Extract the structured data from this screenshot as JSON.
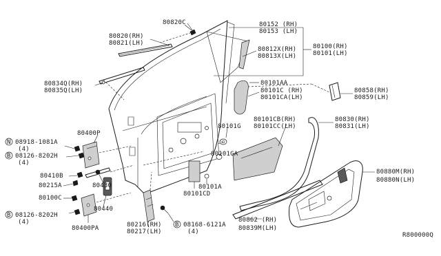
{
  "diagram": {
    "ref_code": "R800000Q",
    "callouts": {
      "c80820C": "80820C",
      "c80820RH": "80820(RH)",
      "c80821LH": "80821(LH)",
      "c80152RH": "80152 (RH)",
      "c80153LH": "80153 (LH)",
      "c80812XRH": "80812X(RH)",
      "c80813XLH": "80813X(LH)",
      "c80100RH": "80100(RH)",
      "c80101LH": "80101(LH)",
      "c80834QRH": "80834Q(RH)",
      "c80835QLH": "80835Q(LH)",
      "c80101AA": "80101AA",
      "c80101C": "80101C (RH)",
      "c80101CA": "80101CA(LH)",
      "c80858RH": "80858(RH)",
      "c80859LH": "80859(LH)",
      "c80101CB": "80101CB(RH)",
      "c80101CC": "80101CC(LH)",
      "c80101G": "80101G",
      "c80830RH": "80830(RH)",
      "c80831LH": "80831(LH)",
      "c80400P": "80400P",
      "c08918": "08918-1081A",
      "c08918q": "(4)",
      "c08126a": "08126-8202H",
      "c08126aq": "(4)",
      "c80101GA": "80101GA",
      "c80410B": "80410B",
      "c80215A": "80215A",
      "c80430": "80430",
      "c80100C": "80100C",
      "c80440": "80440",
      "c08126b": "08126-8202H",
      "c08126bq": "(4)",
      "c80400PA": "80400PA",
      "c80101A": "80101A",
      "c80101CD": "80101CD",
      "c80880MRH": "80880M(RH)",
      "c80880NLH": "80880N(LH)",
      "c80216RH": "80216(RH)",
      "c80217LH": "80217(LH)",
      "c08168": "08168-6121A",
      "c08168q": "(4)",
      "c80862RH": "80862 (RH)",
      "c80839MLH": "80839M(LH)"
    },
    "symbols": {
      "n": "N",
      "b": "B"
    }
  }
}
